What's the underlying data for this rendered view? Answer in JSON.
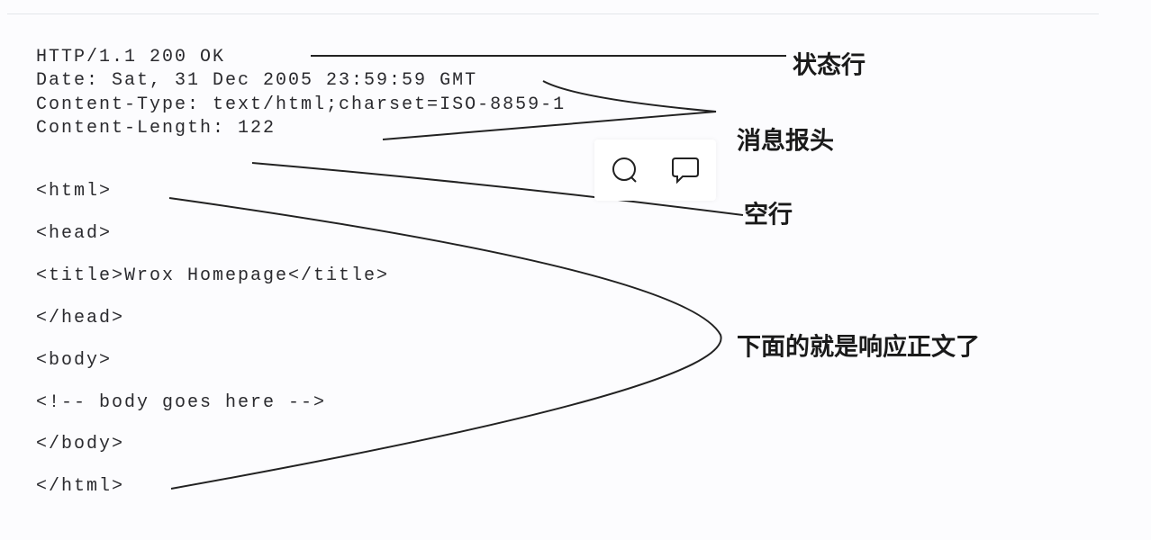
{
  "status_line": "HTTP/1.1 200 OK",
  "headers": [
    "Date: Sat, 31 Dec 2005 23:59:59 GMT",
    "Content-Type: text/html;charset=ISO-8859-1",
    "Content-Length: 122"
  ],
  "body_lines": [
    "<html>",
    "<head>",
    "<title>Wrox Homepage</title>",
    "</head>",
    "<body>",
    "<!-- body goes here -->",
    "</body>",
    "</html>"
  ],
  "labels": {
    "status_line": "状态行",
    "headers": "消息报头",
    "blank_line": "空行",
    "body": "下面的就是响应正文了"
  },
  "toolbar": {
    "icons": [
      "search-icon",
      "comment-icon"
    ]
  }
}
